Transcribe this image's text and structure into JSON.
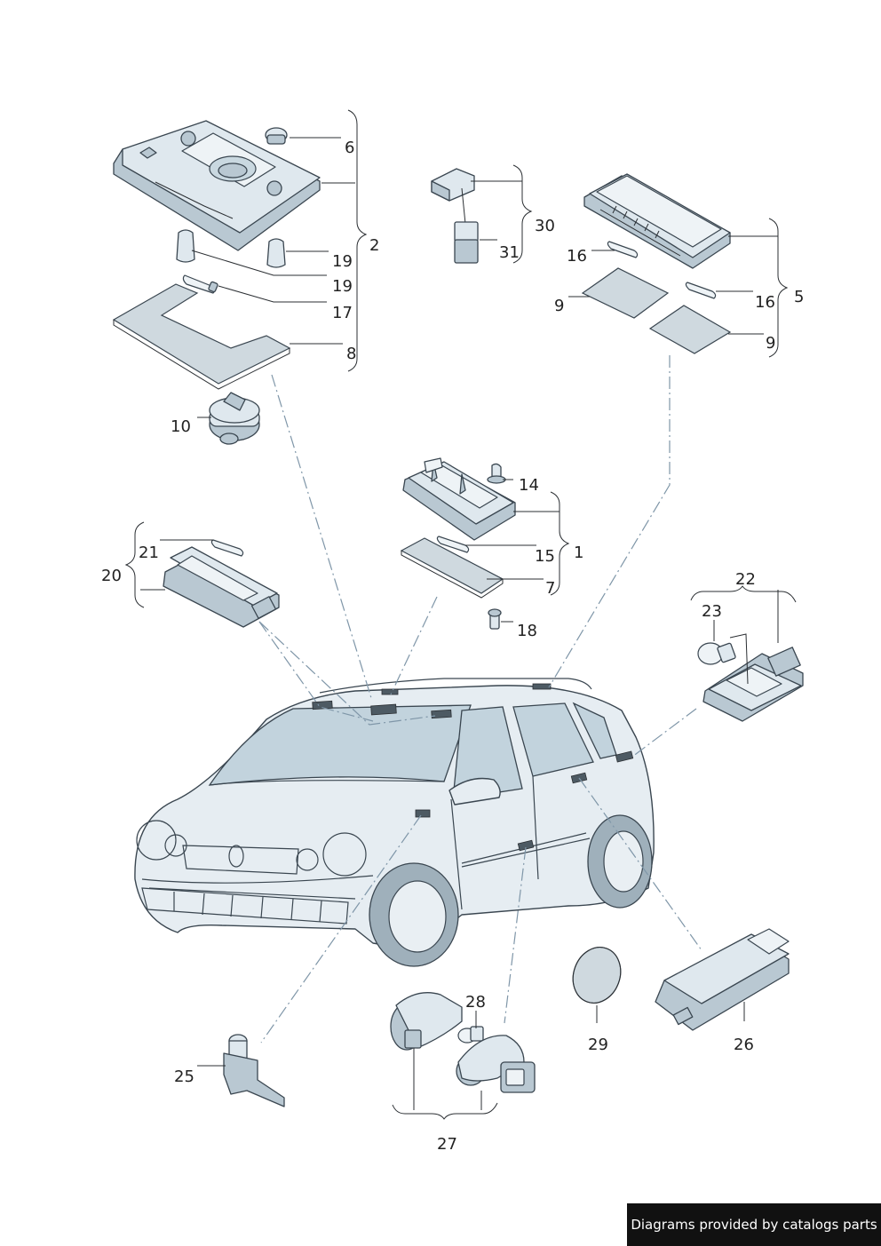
{
  "labels": {
    "l1": "1",
    "l2": "2",
    "l5": "5",
    "l6": "6",
    "l7": "7",
    "l8": "8",
    "l9a": "9",
    "l9b": "9",
    "l10": "10",
    "l14": "14",
    "l15": "15",
    "l16a": "16",
    "l16b": "16",
    "l17": "17",
    "l18": "18",
    "l19a": "19",
    "l19b": "19",
    "l20": "20",
    "l21": "21",
    "l22": "22",
    "l23": "23",
    "l25": "25",
    "l26": "26",
    "l27": "27",
    "l28": "28",
    "l29": "29",
    "l30": "30",
    "l31": "31"
  },
  "footer": {
    "text": "Diagrams provided by catalogs parts"
  }
}
